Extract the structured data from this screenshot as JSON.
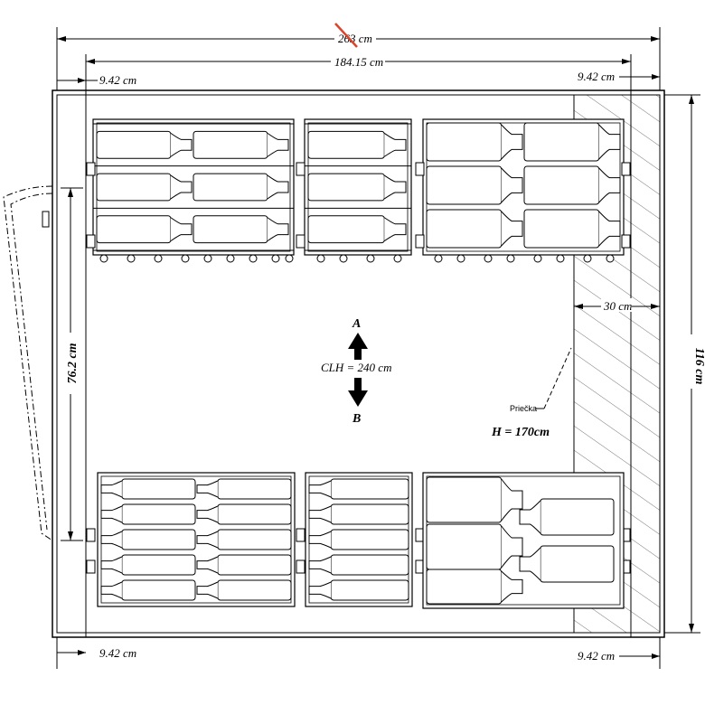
{
  "dimensions": {
    "total_width": "263 cm",
    "inner_width": "184.15 cm",
    "left_margin_top": "9.42 cm",
    "right_margin_top": "9.42 cm",
    "left_margin_bottom": "9.42 cm",
    "right_margin_bottom": "9.42 cm",
    "depth_left": "76.2 cm",
    "depth_right": "116 cm",
    "partition_width": "30 cm"
  },
  "labels": {
    "clh": "CLH = 240 cm",
    "arrow_a": "A",
    "arrow_b": "B",
    "partition": "Priečka",
    "height": "H = 170cm"
  }
}
